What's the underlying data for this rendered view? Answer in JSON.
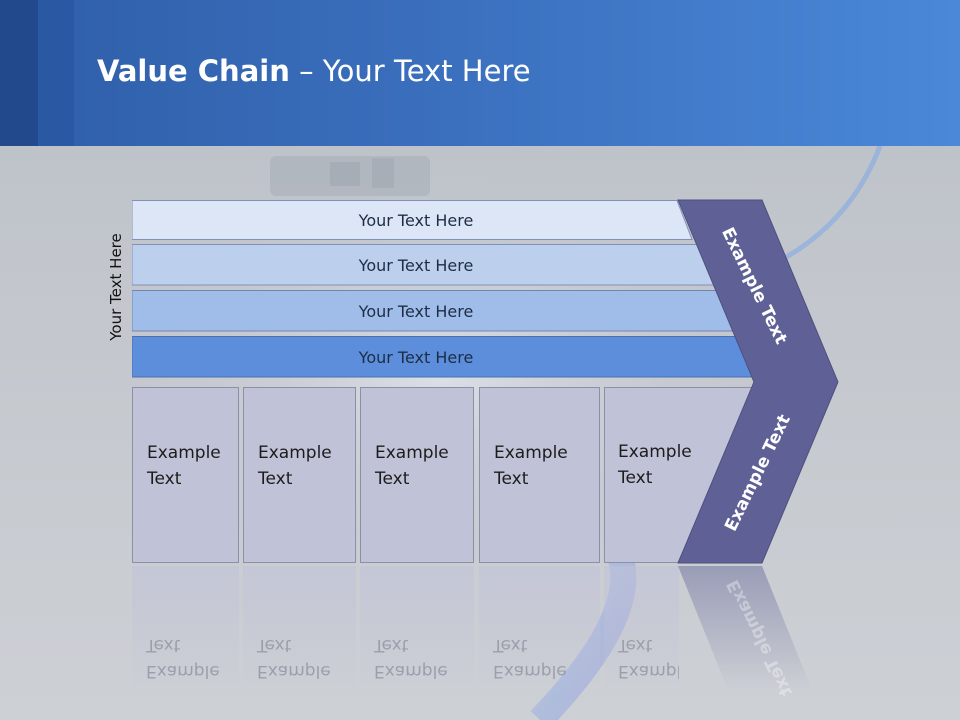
{
  "slide": {
    "title_bold": "Value Chain",
    "title_rest": " – Your Text Here"
  },
  "side_label": "Your Text Here",
  "bars": [
    {
      "label": "Your Text Here"
    },
    {
      "label": "Your Text Here"
    },
    {
      "label": "Your Text Here"
    },
    {
      "label": "Your Text Here"
    }
  ],
  "boxes": [
    {
      "line1": "Example",
      "line2": "Text"
    },
    {
      "line1": "Example",
      "line2": "Text"
    },
    {
      "line1": "Example",
      "line2": "Text"
    },
    {
      "line1": "Example",
      "line2": "Text"
    },
    {
      "line1": "Example",
      "line2": "Text"
    }
  ],
  "chevron": {
    "upper_label": "Example Text",
    "lower_label": "Example Text"
  },
  "colors": {
    "header_dark": "#23498d",
    "header_light": "#4a88d8",
    "chevron": "#5f6196",
    "bar1": "#dce6f6",
    "bar2": "#bcd0ee",
    "bar3": "#a0bdea",
    "bar4": "#5c8edc",
    "box": "#c0c2d8"
  }
}
